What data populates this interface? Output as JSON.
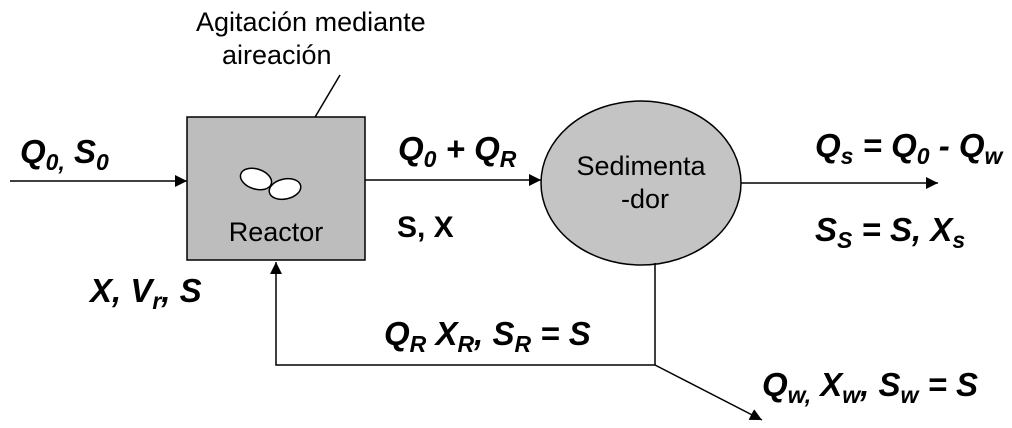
{
  "annotation": {
    "line1": "Agitación mediante",
    "line2": "aireación"
  },
  "reactor": {
    "label": "Reactor"
  },
  "settler": {
    "line1": "Sedimenta",
    "line2": "-dor"
  },
  "labels": {
    "inflow": {
      "q": "Q",
      "q_sub": "0,",
      "s": "S",
      "s_sub": "0"
    },
    "reactor_state": {
      "x": "X, V",
      "v_sub": "r",
      "s": ", S"
    },
    "reactor_out": {
      "q0": "Q",
      "q0_sub": "0",
      "plus": " + Q",
      "qr_sub": "R"
    },
    "reactor_out_conc": {
      "text": "S, X"
    },
    "effluent_flow": {
      "qs": "Q",
      "qs_sub": "s",
      "eq1": " = Q",
      "q0_sub": "0",
      "minus": " - Q",
      "qw_sub": "w"
    },
    "effluent_conc": {
      "ss": "S",
      "ss_sub": "S",
      "eq": " = S, X",
      "xs_sub": "s"
    },
    "recycle": {
      "q": "Q",
      "q_sub": "R",
      "x": " X",
      "x_sub": "R",
      "comma": ", S",
      "s_sub": "R",
      "eq": " = S"
    },
    "waste": {
      "q": "Q",
      "q_sub": "w,",
      "x": " X",
      "x_sub": "w",
      "comma": ", S",
      "s_sub": "w",
      "eq": " = S"
    }
  },
  "colors": {
    "reactor_fill": "#bdbdbd",
    "settler_fill": "#c4c4c4",
    "stroke": "#000000",
    "bubble_fill": "#ffffff"
  }
}
